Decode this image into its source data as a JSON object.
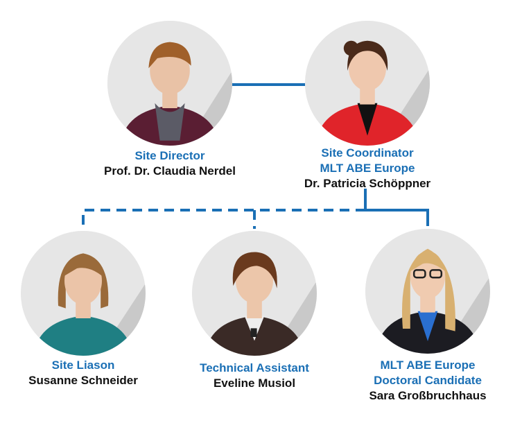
{
  "colors": {
    "accent": "#1a6fb5",
    "text": "#111111",
    "photo_bg": "#e6e6e6"
  },
  "people": [
    {
      "id": "director",
      "role_lines": [
        "Site Director"
      ],
      "name": "Prof. Dr. Claudia Nerdel",
      "hair": "#a0602a",
      "top": "#5a1e33"
    },
    {
      "id": "coordinator",
      "role_lines": [
        "Site Coordinator",
        "MLT ABE Europe"
      ],
      "name": "Dr. Patricia Schöppner",
      "hair": "#4a2a1a",
      "top": "#e0242a"
    },
    {
      "id": "liason",
      "role_lines": [
        "Site Liason"
      ],
      "name": "Susanne Schneider",
      "hair": "#9a6a3a",
      "top": "#1f7f83"
    },
    {
      "id": "assistant",
      "role_lines": [
        "Technical Assistant"
      ],
      "name": "Eveline Musiol",
      "hair": "#6a3a1e",
      "top": "#3a2a26"
    },
    {
      "id": "candidate",
      "role_lines": [
        "MLT ABE Europe",
        "Doctoral Candidate"
      ],
      "name": "Sara Großbruchhaus",
      "hair": "#d8b070",
      "top": "#1c1c22"
    }
  ]
}
